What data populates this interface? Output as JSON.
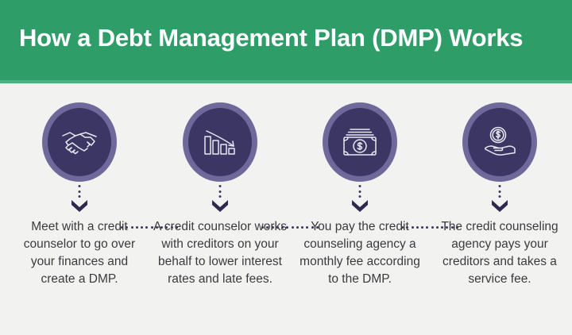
{
  "header": {
    "title": "How a Debt Management Plan (DMP) Works",
    "background_color": "#2e9d68",
    "underline_color": "#4cb07f",
    "text_color": "#ffffff"
  },
  "theme": {
    "page_background": "#f2f2f0",
    "circle_ring_color": "#6f699b",
    "circle_fill_color": "#3b3663",
    "icon_stroke_color": "#e8e8f0",
    "connector_dot_color": "#3b3663",
    "caption_text_color": "#3b3b3f"
  },
  "steps": [
    {
      "icon": "handshake-icon",
      "caption": "Meet with a credit counselor to go over your finances and create a DMP."
    },
    {
      "icon": "declining-bar-chart-icon",
      "caption": "A credit counselor works with creditors on your behalf to lower interest rates and late fees."
    },
    {
      "icon": "cash-banknote-icon",
      "caption": "You pay the credit counseling agency a monthly fee according to the DMP."
    },
    {
      "icon": "hand-holding-coin-icon",
      "caption": "The credit counseling agency pays your creditors and takes a service fee."
    }
  ]
}
